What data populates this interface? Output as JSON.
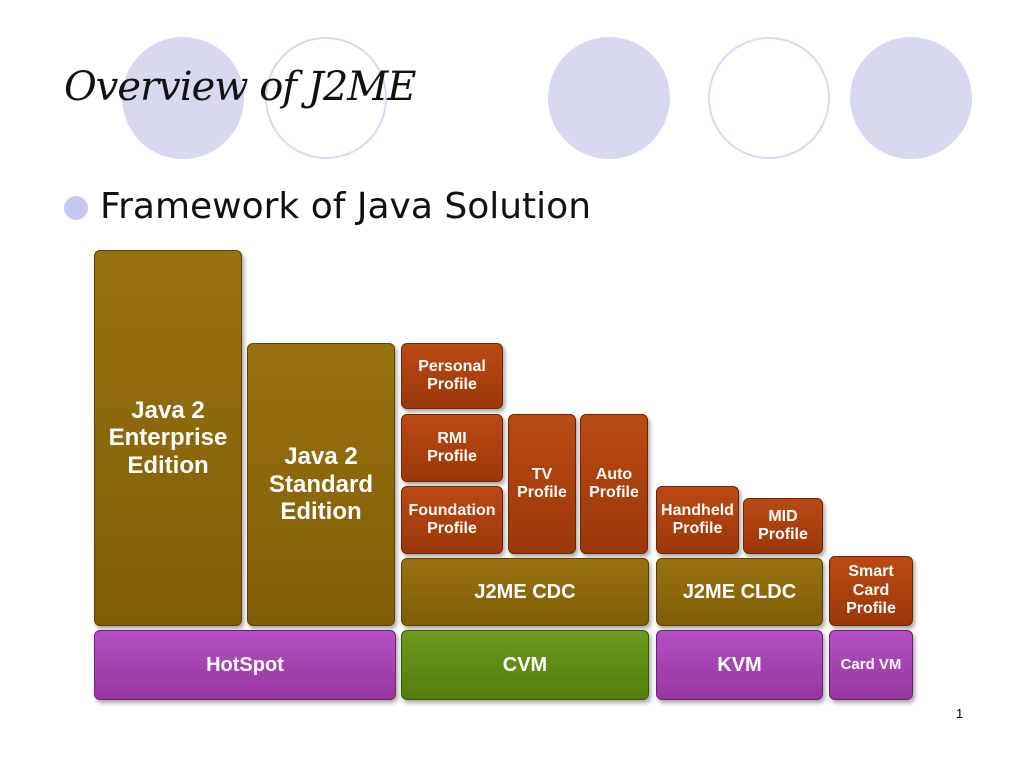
{
  "slide": {
    "title": "Overview of J2ME",
    "bullet": "Framework of Java Solution",
    "page_number": "1"
  },
  "diagram": {
    "editions": {
      "j2ee": "Java 2\nEnterprise\nEdition",
      "j2se": "Java 2\nStandard\nEdition"
    },
    "profiles": {
      "personal": "Personal\nProfile",
      "rmi": "RMI\nProfile",
      "foundation": "Foundation\nProfile",
      "tv": "TV\nProfile",
      "auto": "Auto\nProfile",
      "handheld": "Handheld\nProfile",
      "mid": "MID\nProfile",
      "smart_card": "Smart\nCard\nProfile"
    },
    "configurations": {
      "cdc": "J2ME CDC",
      "cldc": "J2ME CLDC"
    },
    "vms": {
      "hotspot": "HotSpot",
      "cvm": "CVM",
      "kvm": "KVM",
      "card_vm": "Card VM"
    },
    "colors": {
      "edition": "#8b6709",
      "profile": "#ab410e",
      "vm_purple": "#a643b2",
      "vm_green": "#618b15",
      "decor_circle": "#d8d8ee",
      "bullet": "#c7c9f0"
    }
  }
}
